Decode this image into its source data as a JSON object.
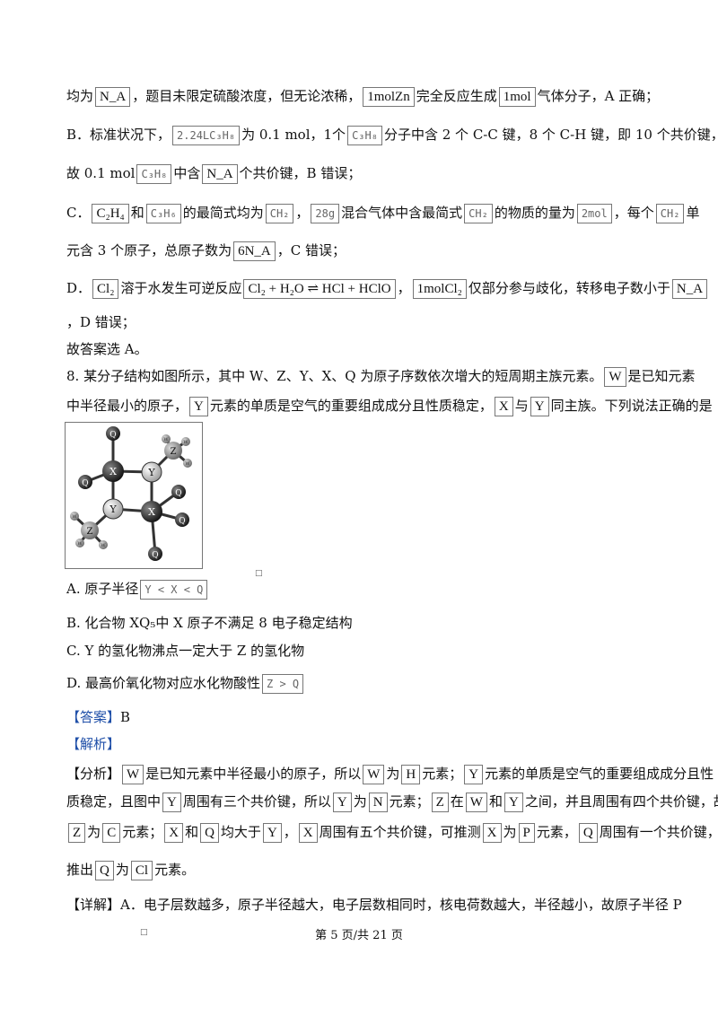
{
  "lines": {
    "l1": {
      "t1": "均为",
      "b1": "N_A",
      "t2": "，题目未限定硫酸浓度，但无论浓稀，",
      "b2": "1molZn",
      "t3": "完全反应生成",
      "b3": "1mol",
      "t4": "气体分子，A 正确；"
    },
    "l2": {
      "t1": "B．标准状况下，",
      "b1": "2.24LC₃H₈",
      "t2": "为 0.1 mol，1个",
      "b2": "C₃H₈",
      "t3": "分子中含 2 个 C-C 键，8 个 C-H 键，即 10 个共价键，"
    },
    "l3": {
      "t1": "故 0.1 mol",
      "b1": "C₃H₈",
      "t2": "中含",
      "b2": "N_A",
      "t3": "个共价键，B 错误；"
    },
    "l4": {
      "t1": "C．",
      "b1": "C₂H₄",
      "t2": "和",
      "b2": "C₃H₆",
      "t3": "的最简式均为",
      "b3": "CH₂",
      "t4": "，",
      "b4": "28g",
      "t5": "混合气体中含最简式",
      "b5": "CH₂",
      "t6": "的物质的量为",
      "b6": "2mol",
      "t7": "，每个",
      "b7": "CH₂",
      "t8": "单"
    },
    "l5": {
      "t1": "元含 3 个原子，总原子数为",
      "b1": "6N_A",
      "t2": "，C 错误；"
    },
    "l6": {
      "t1": "D．",
      "b1": "Cl₂",
      "t2": "溶于水发生可逆反应",
      "b2": "Cl₂ + H₂O ⇌ HCl + HClO",
      "t3": "，",
      "b3": "1molCl₂",
      "t4": "仅部分参与歧化，转移电子数小于",
      "b4": "N_A"
    },
    "l7": {
      "t1": "，D 错误；"
    },
    "l8": {
      "t1": "故答案选 A。"
    },
    "l9": {
      "t1": "8. 某分子结构如图所示，其中 W、Z、Y、X、Q 为原子序数依次增大的短周期主族元素。",
      "b1": "W",
      "t2": "是已知元素"
    },
    "l10": {
      "t1": "中半径最小的原子，",
      "b1": "Y",
      "t2": "元素的单质是空气的重要组成成分且性质稳定，",
      "b2": "X",
      "t3": "与",
      "b3": "Y",
      "t4": "同主族。下列说法正确的是"
    },
    "optA": {
      "t1": "A. 原子半径",
      "b1": "Y < X < Q"
    },
    "optB": {
      "t1": "B. 化合物 XQ₅中 X 原子不满足 8 电子稳定结构"
    },
    "optC": {
      "t1": "C. Y 的氢化物沸点一定大于 Z 的氢化物"
    },
    "optD": {
      "t1": "D. 最高价氧化物对应水化物酸性",
      "b1": "Z > Q"
    },
    "ans": {
      "label": "【答案】",
      "val": "B"
    },
    "jx": {
      "label": "【解析】"
    },
    "fx1": {
      "label": "【分析】",
      "b1": "W",
      "t1": "是已知元素中半径最小的原子，所以",
      "b2": "W",
      "t2": "为",
      "b3": "H",
      "t3": "元素；",
      "b4": "Y",
      "t4": "元素的单质是空气的重要组成成分且性"
    },
    "fx2": {
      "t1": "质稳定，且图中",
      "b1": "Y",
      "t2": "周围有三个共价键，所以",
      "b2": "Y",
      "t3": "为",
      "b3": "N",
      "t4": "元素；",
      "b4": "Z",
      "t5": "在",
      "b5": "W",
      "t6": "和",
      "b6": "Y",
      "t7": "之间，并且周围有四个共价键，故"
    },
    "fx3": {
      "b1": "Z",
      "t1": "为",
      "b2": "C",
      "t2": "元素；",
      "b3": "X",
      "t3": "和",
      "b4": "Q",
      "t4": "均大于",
      "b5": "Y",
      "t5": "，",
      "b6": "X",
      "t6": "周围有五个共价键，可推测",
      "b7": "X",
      "t7": "为",
      "b8": "P",
      "t8": "元素，",
      "b9": "Q",
      "t9": "周围有一个共价键，可"
    },
    "fx4": {
      "t1": "推出",
      "b1": "Q",
      "t2": "为",
      "b2": "Cl",
      "t3": "元素。"
    },
    "xj": {
      "label": "【详解】",
      "t1": "A．电子层数越多，原子半径越大，电子层数相同时，核电荷数越大，半径越小，故原子半径 P"
    }
  },
  "molecule": {
    "X1": "X",
    "X2": "X",
    "Y1": "Y",
    "Y2": "Y",
    "Z1": "Z",
    "Z2": "Z",
    "Q": "Q",
    "W": "W"
  },
  "footer": "第 5 页/共 21 页"
}
